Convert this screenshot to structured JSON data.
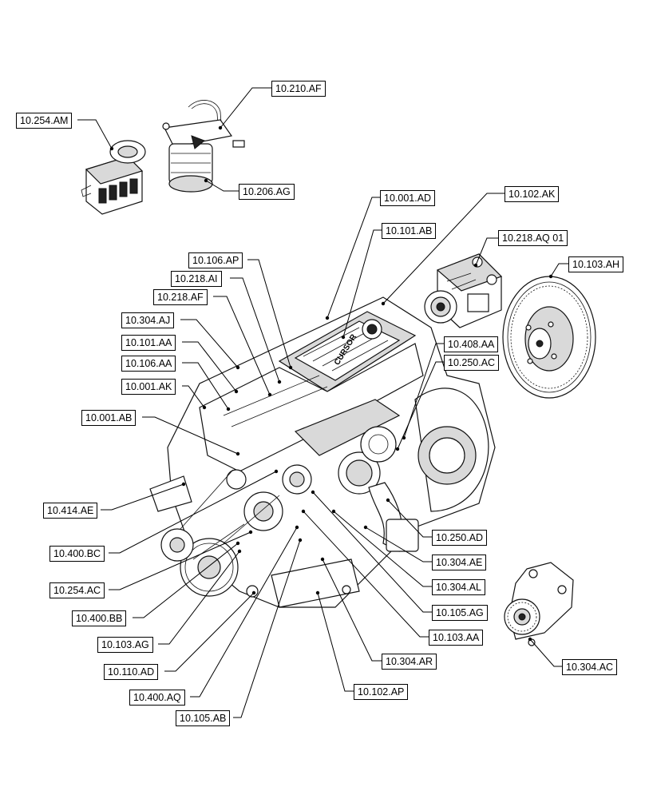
{
  "diagram": {
    "labels": [
      {
        "id": "l-10210af",
        "text": "10.210.AF"
      },
      {
        "id": "l-10254am",
        "text": "10.254.AM"
      },
      {
        "id": "l-10206ag",
        "text": "10.206.AG"
      },
      {
        "id": "l-10001ad",
        "text": "10.001.AD"
      },
      {
        "id": "l-10102ak",
        "text": "10.102.AK"
      },
      {
        "id": "l-10101ab",
        "text": "10.101.AB"
      },
      {
        "id": "l-10218aq",
        "text": "10.218.AQ 01"
      },
      {
        "id": "l-10106ap",
        "text": "10.106.AP"
      },
      {
        "id": "l-10103ah",
        "text": "10.103.AH"
      },
      {
        "id": "l-10218ai",
        "text": "10.218.AI"
      },
      {
        "id": "l-10218af",
        "text": "10.218.AF"
      },
      {
        "id": "l-10304aj",
        "text": "10.304.AJ"
      },
      {
        "id": "l-10408aa",
        "text": "10.408.AA"
      },
      {
        "id": "l-10101aa",
        "text": "10.101.AA"
      },
      {
        "id": "l-10250ac",
        "text": "10.250.AC"
      },
      {
        "id": "l-10106aa",
        "text": "10.106.AA"
      },
      {
        "id": "l-10001ak",
        "text": "10.001.AK"
      },
      {
        "id": "l-10001ab",
        "text": "10.001.AB"
      },
      {
        "id": "l-10414ae",
        "text": "10.414.AE"
      },
      {
        "id": "l-10250ad",
        "text": "10.250.AD"
      },
      {
        "id": "l-10400bc",
        "text": "10.400.BC"
      },
      {
        "id": "l-10304ae",
        "text": "10.304.AE"
      },
      {
        "id": "l-10254ac",
        "text": "10.254.AC"
      },
      {
        "id": "l-10304al",
        "text": "10.304.AL"
      },
      {
        "id": "l-10400bb",
        "text": "10.400.BB"
      },
      {
        "id": "l-10105ag",
        "text": "10.105.AG"
      },
      {
        "id": "l-10103ag",
        "text": "10.103.AG"
      },
      {
        "id": "l-10103aa",
        "text": "10.103.AA"
      },
      {
        "id": "l-10304ac",
        "text": "10.304.AC"
      },
      {
        "id": "l-10110ad",
        "text": "10.110.AD"
      },
      {
        "id": "l-10304ar",
        "text": "10.304.AR"
      },
      {
        "id": "l-10400aq",
        "text": "10.400.AQ"
      },
      {
        "id": "l-10102ap",
        "text": "10.102.AP"
      },
      {
        "id": "l-10105ab",
        "text": "10.105.AB"
      }
    ],
    "engine_brand_mark": "CURSOR"
  }
}
